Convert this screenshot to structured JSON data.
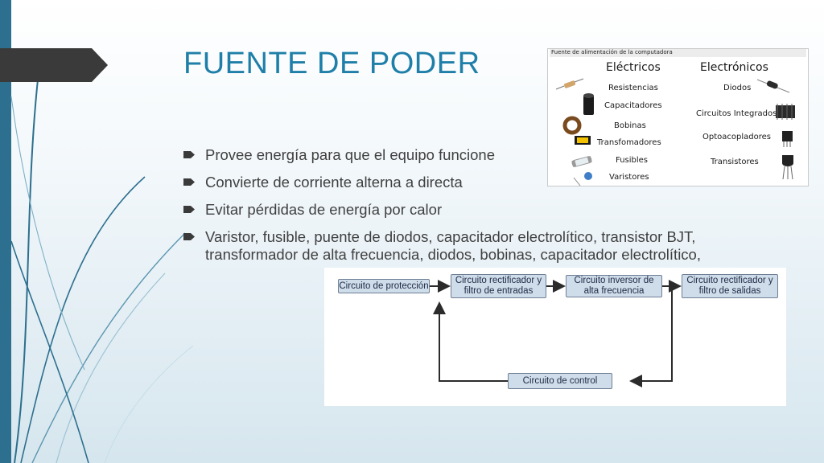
{
  "slide": {
    "title": "FUENTE DE PODER",
    "bullets": [
      "Provee energía para que el equipo funcione",
      "Convierte de corriente alterna a directa",
      "Evitar pérdidas de energía por calor",
      "Varistor, fusible, puente de diodos, capacitador electrolítico, transistor BJT, transformador de alta frecuencia, diodos, bobinas, capacitador electrolítico,"
    ]
  },
  "components_table": {
    "caption": "Fuente de alimentación de la computadora",
    "electricos": {
      "header": "Eléctricos",
      "items": [
        "Resistencias",
        "Capacitadores",
        "Bobinas",
        "Transfomadores",
        "Fusibles",
        "Varistores"
      ]
    },
    "electronicos": {
      "header": "Electrónicos",
      "items": [
        "Diodos",
        "Circuitos Integrados",
        "Optoacopladores",
        "Transistores"
      ]
    }
  },
  "flow_diagram": {
    "blocks": {
      "proteccion": "Circuito de protección",
      "rect_entrada": "Circuito rectificador y filtro de entradas",
      "inversor": "Circuito inversor de alta frecuencia",
      "rect_salida": "Circuito rectificador y filtro de salidas",
      "control": "Circuito de control"
    }
  },
  "colors": {
    "title": "#1f7fa8",
    "accent_bar": "#2d6f8e",
    "title_tab": "#3a3a3a",
    "text": "#404040",
    "block_fill": "#cfdcea"
  }
}
